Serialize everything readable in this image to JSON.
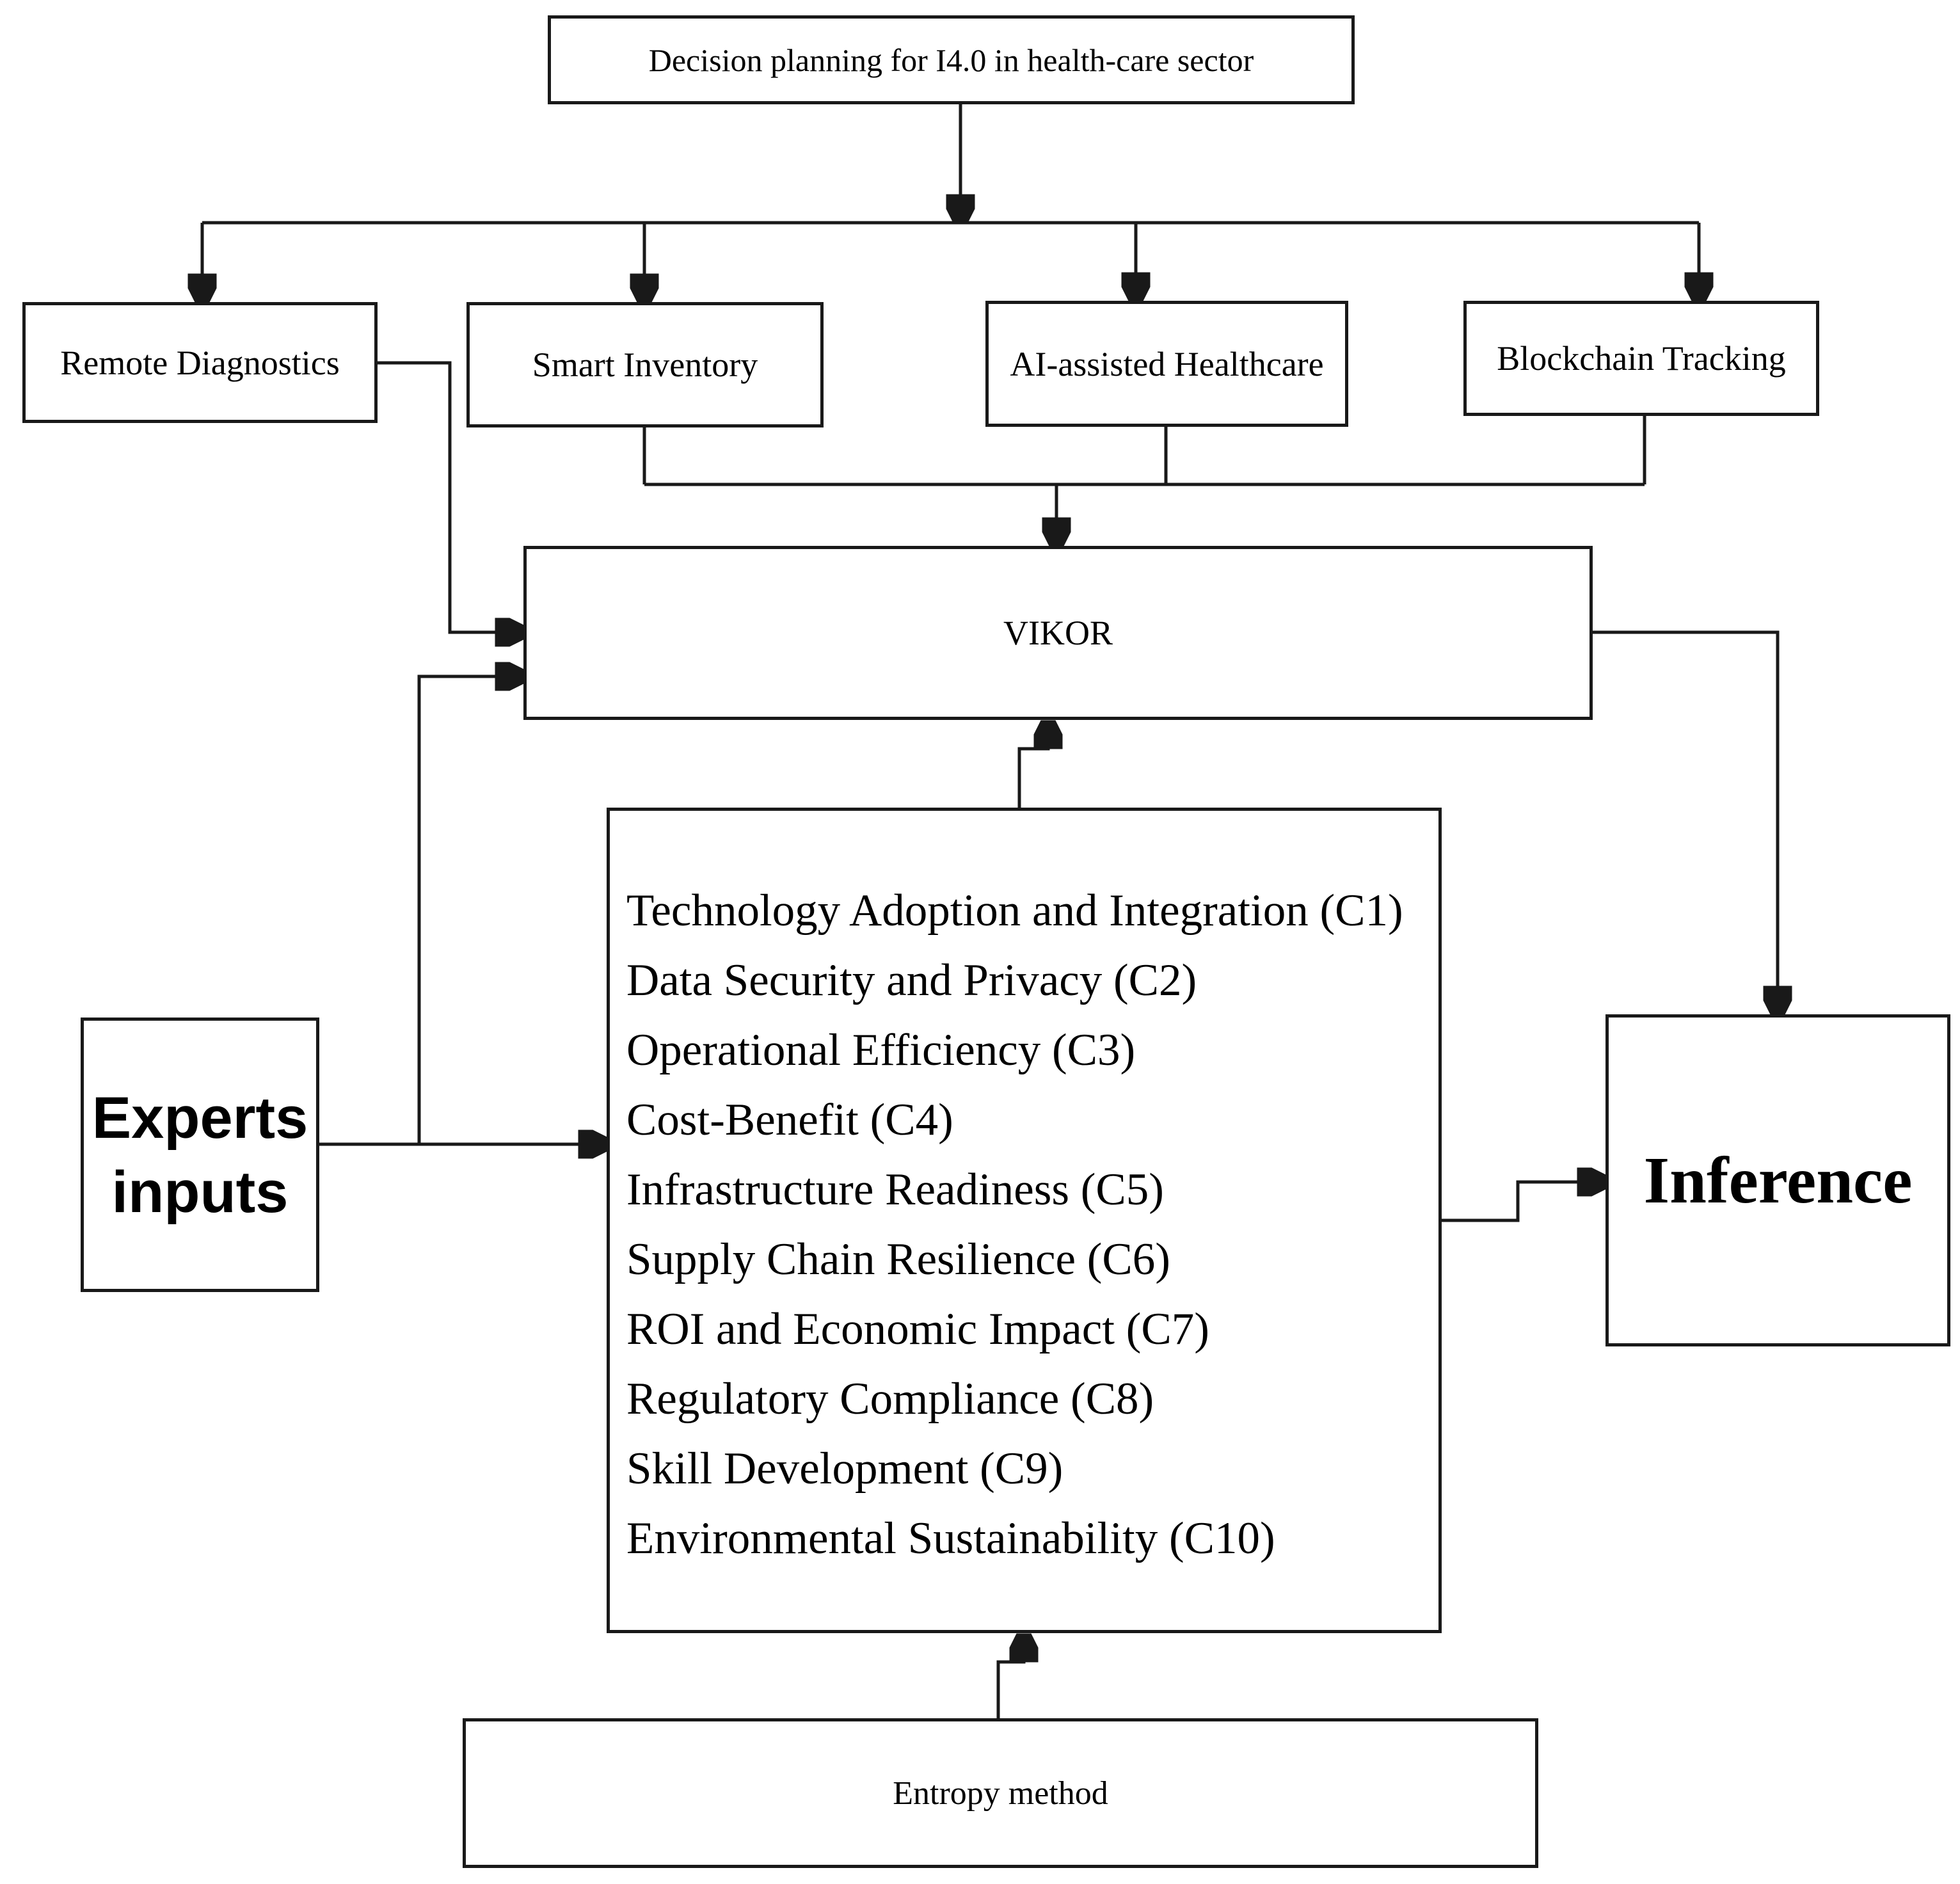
{
  "diagram": {
    "title_box": {
      "label": "Decision planning for I4.0 in health-care sector"
    },
    "alternatives": [
      {
        "label": "Remote Diagnostics"
      },
      {
        "label": "Smart Inventory"
      },
      {
        "label": "AI-assisted Healthcare"
      },
      {
        "label": "Blockchain Tracking"
      }
    ],
    "vikor_box": {
      "label": "VIKOR"
    },
    "criteria_box": {
      "items": [
        "Technology Adoption and Integration (C1)",
        "Data Security and Privacy (C2)",
        "Operational Efficiency (C3)",
        "Cost-Benefit (C4)",
        "Infrastructure Readiness (C5)",
        "Supply Chain Resilience (C6)",
        "ROI and Economic Impact (C7)",
        "Regulatory Compliance (C8)",
        "Skill Development (C9)",
        "Environmental Sustainability (C10)"
      ]
    },
    "experts_box": {
      "line1": "Experts",
      "line2": "inputs"
    },
    "inference_box": {
      "label": "Inference"
    },
    "entropy_box": {
      "label": "Entropy method"
    },
    "colors": {
      "line": "#191919",
      "background": "#ffffff",
      "text": "#000000"
    }
  }
}
